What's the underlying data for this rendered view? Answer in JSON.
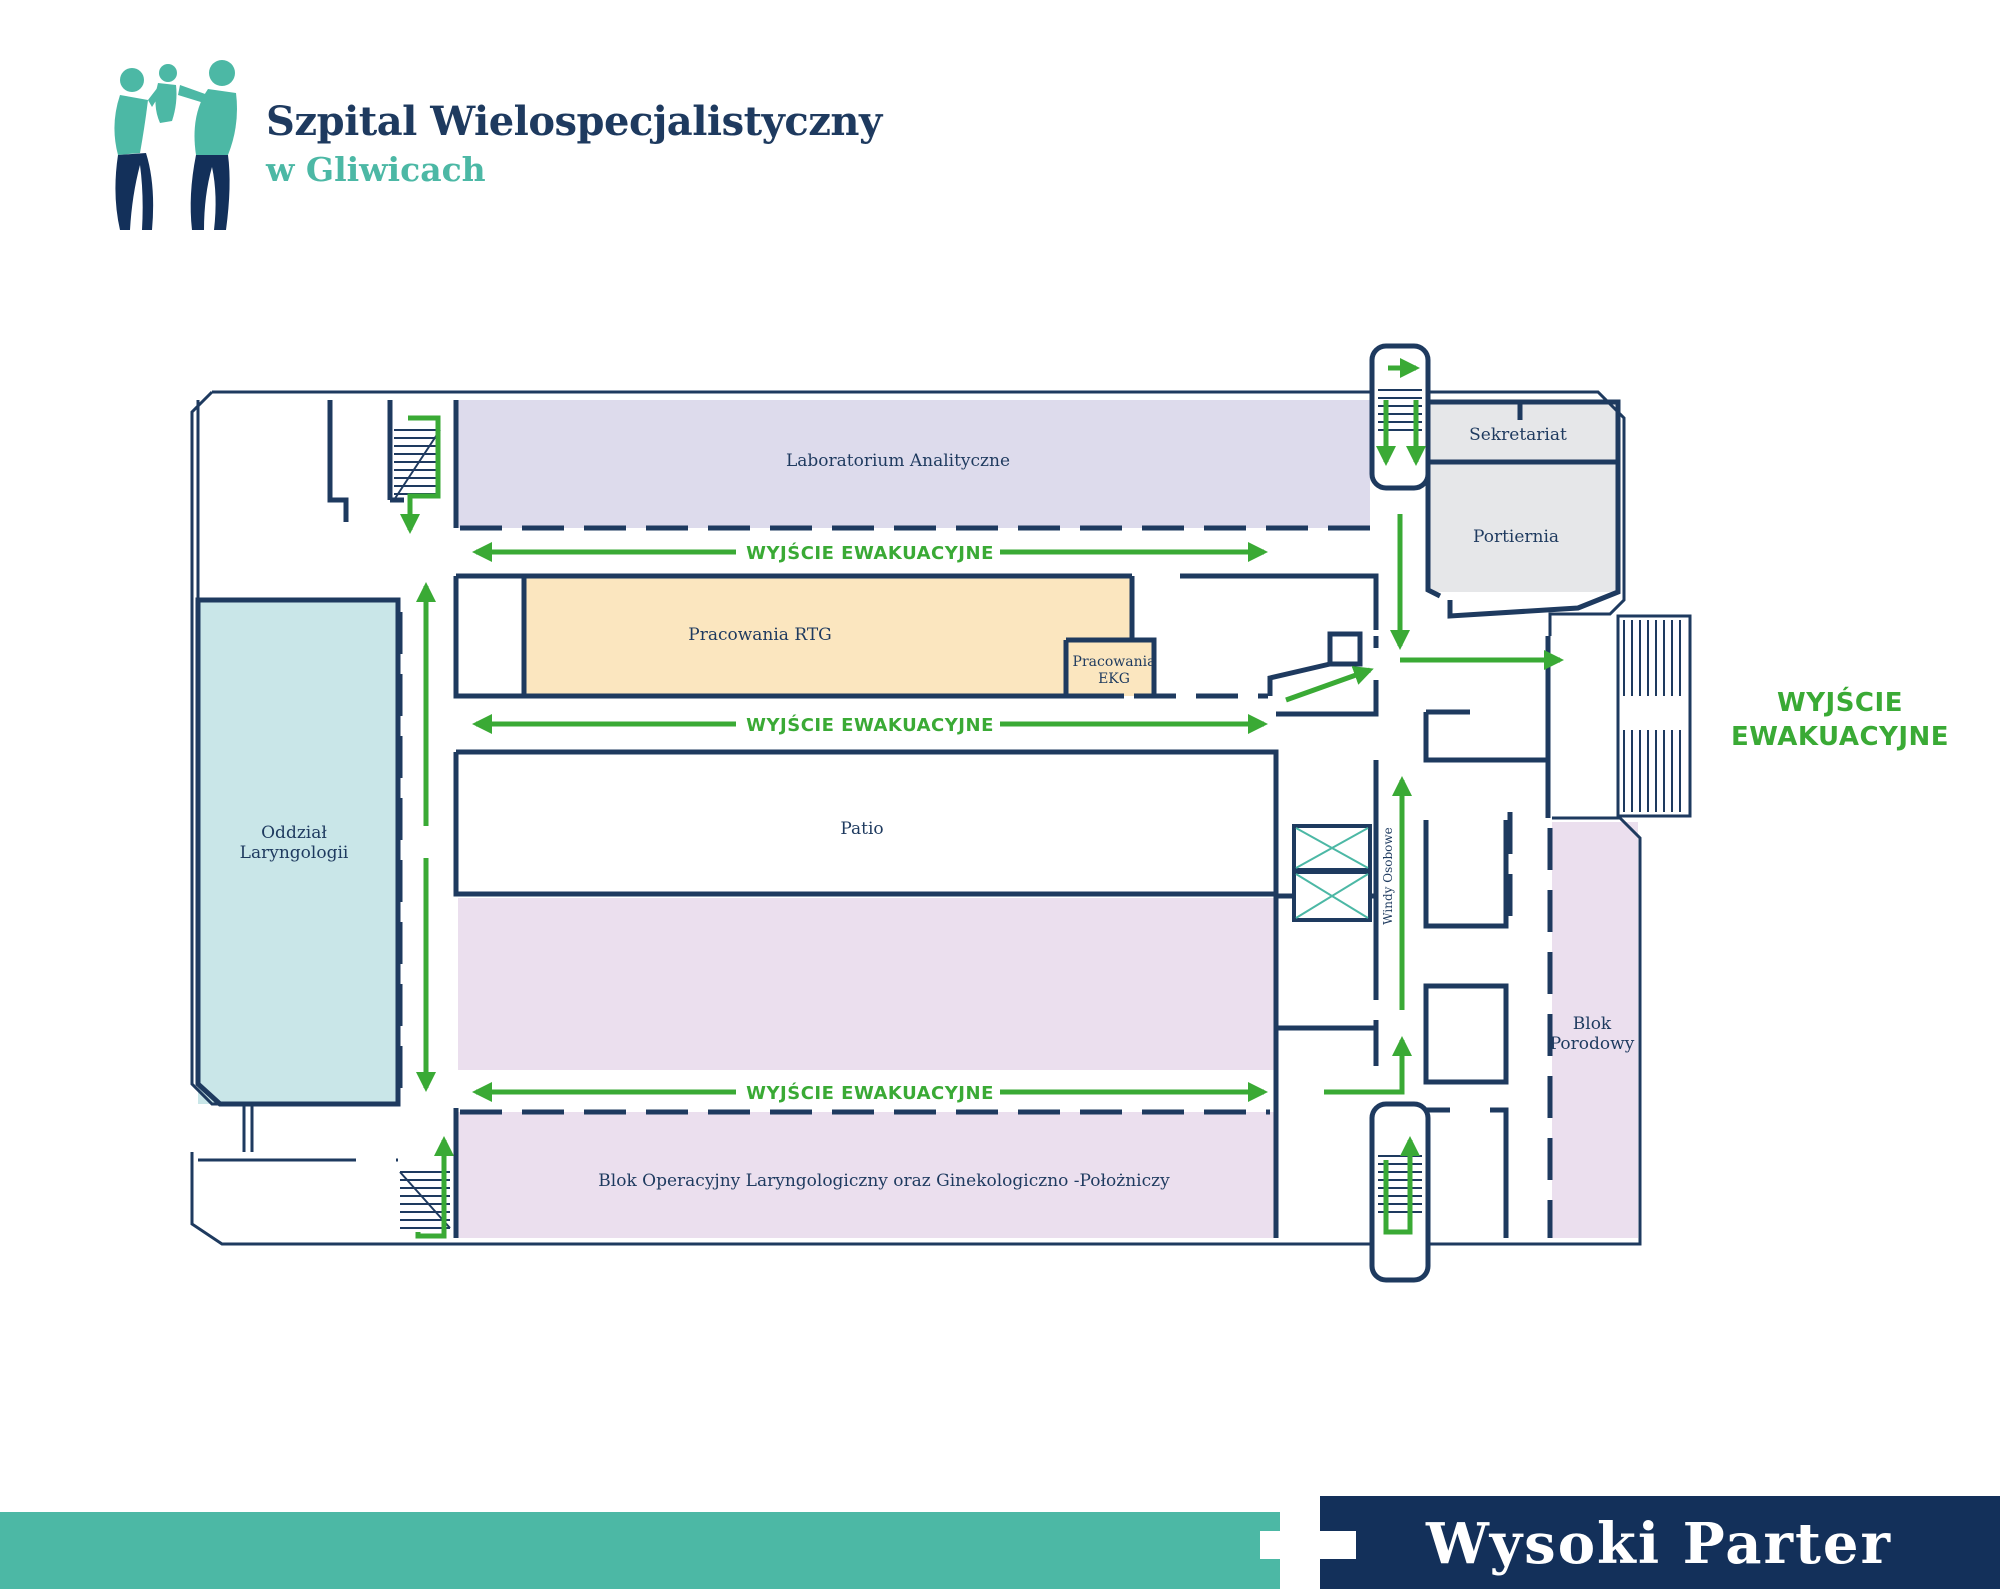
{
  "header": {
    "title": "Szpital Wielospecjalistyczny",
    "subtitle": "w Gliwicach"
  },
  "rooms": {
    "laboratorium": "Laboratorium Analityczne",
    "sekretariat": "Sekretariat",
    "portiernia": "Portiernia",
    "rtg": "Pracowania RTG",
    "ekg_line1": "Pracowania",
    "ekg_line2": "EKG",
    "oddzial_line1": "Oddział",
    "oddzial_line2": "Laryngologii",
    "patio": "Patio",
    "windy": "Windy Osobowe",
    "blok_porodowy_line1": "Blok",
    "blok_porodowy_line2": "Porodowy",
    "blok_operacyjny": "Blok Operacyjny Laryngologiczny oraz Ginekologiczno -Położniczy"
  },
  "exits": {
    "corridor_label": "WYJŚCIE EWAKUACYJNE",
    "main_line1": "WYJŚCIE",
    "main_line2": "EWAKUACYJNE"
  },
  "footer": {
    "floor": "Wysoki Parter"
  },
  "colors": {
    "wall": "#1e3a5f",
    "exit_green": "#3aaa35",
    "lab_fill": "#dddbec",
    "rtg_fill": "#fbe6bf",
    "laryngologia_fill": "#c9e6e8",
    "operacyjny_fill": "#ebdfee",
    "portiernia_fill": "#e6e7e9",
    "footer_teal": "#4cb8a5",
    "footer_navy": "#13305a"
  }
}
